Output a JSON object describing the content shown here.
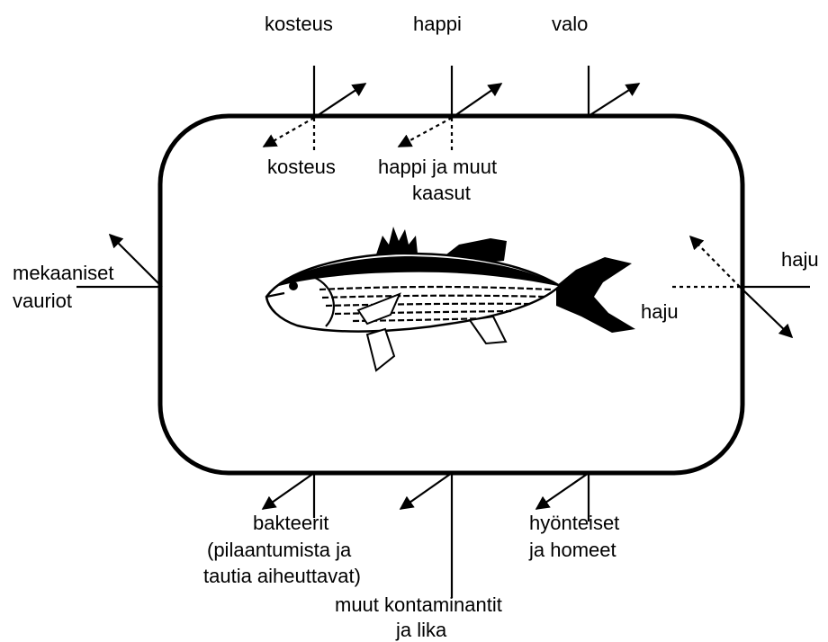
{
  "labels": {
    "top_moisture": "kosteus",
    "top_oxygen": "happi",
    "top_light": "valo",
    "inner_moisture": "kosteus",
    "inner_gases_1": "happi ja muut",
    "inner_gases_2": "kaasut",
    "odor_out": "haju",
    "odor_in": "haju",
    "mechanical_1": "mekaaniset",
    "mechanical_2": "vauriot",
    "bacteria_1": "bakteerit",
    "bacteria_2": "(pilaantumista ja",
    "bacteria_3": "tautia aiheuttavat)",
    "contaminants_1": "muut kontaminantit",
    "contaminants_2": "ja lika",
    "insects_1": "hyönteiset",
    "insects_2": "ja homeet"
  },
  "colors": {
    "stroke": "#000000",
    "background": "#ffffff"
  },
  "icons": {
    "center": "fish-icon"
  }
}
